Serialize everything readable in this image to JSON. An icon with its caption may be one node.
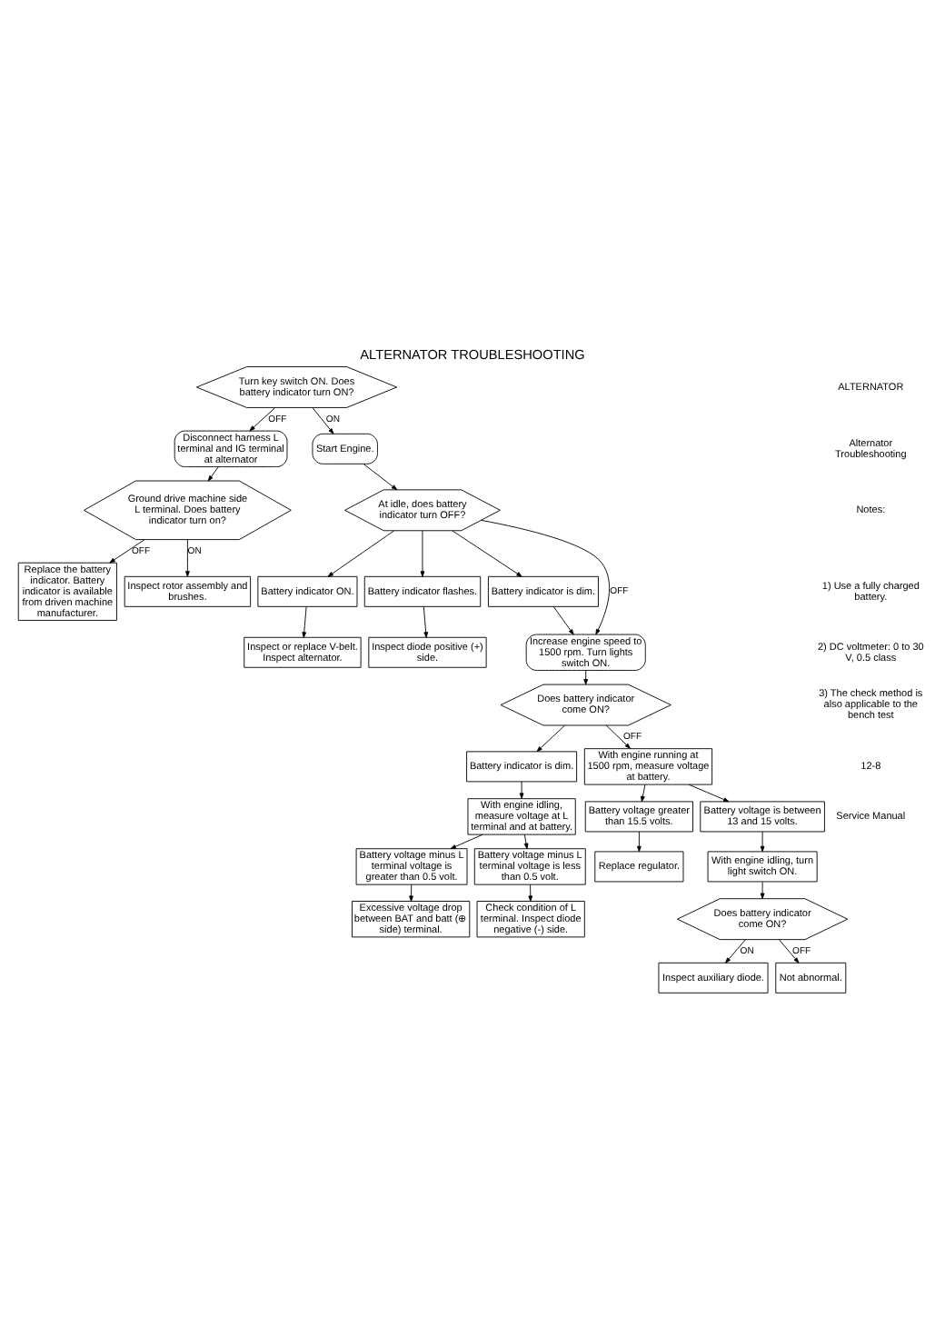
{
  "diagram": {
    "title": "ALTERNATOR TROUBLESHOOTING",
    "nodes": [
      {
        "text": [
          "Turn key switch ON. Does battery indicator turn ON?"
        ]
      },
      {
        "text": [
          "Disconnect harness L terminal and IG terminal at alternator"
        ]
      },
      {
        "text": [
          "Ground drive machine side L terminal. Does battery indicator turn on?"
        ]
      },
      {
        "text": [
          "Replace the battery indicator. Battery indicator is available from driven machine manufacturer."
        ]
      },
      {
        "text": [
          "Inspect rotor assembly and brushes."
        ]
      },
      {
        "text": [
          "Start Engine."
        ]
      },
      {
        "text": [
          "At idle, does battery indicator turn OFF?"
        ]
      },
      {
        "text": [
          "Battery indicator ON."
        ]
      },
      {
        "text": [
          "Battery indicator flashes."
        ]
      },
      {
        "text": [
          "Battery indicator is dim."
        ]
      },
      {
        "text": [
          "Inspect or replace V-belt. Inspect alternator."
        ]
      },
      {
        "text": [
          "Inspect diode positive (+) side."
        ]
      },
      {
        "text": [
          "Increase engine speed to 1500 rpm. Turn lights switch ON."
        ]
      },
      {
        "text": [
          "Does battery indicator come ON?"
        ]
      },
      {
        "text": [
          "Battery indicator is dim."
        ]
      },
      {
        "text": [
          "With engine idling, measure voltage at L terminal and at battery."
        ]
      },
      {
        "text": [
          "Battery voltage minus L terminal voltage is greater than 0.5 volt."
        ]
      },
      {
        "text": [
          "Battery voltage minus L terminal voltage is less than 0.5 volt."
        ]
      },
      {
        "text": [
          "Excessive voltage drop between BAT and batt (⊕ side) terminal."
        ]
      },
      {
        "text": [
          "Check condition of L terminal. Inspect diode negative (-) side."
        ]
      },
      {
        "text": [
          "With engine running at 1500 rpm, measure voltage at battery."
        ]
      },
      {
        "text": [
          "Battery voltage greater than 15.5 volts."
        ]
      },
      {
        "text": [
          "Battery voltage is between 13 and 15 volts."
        ]
      },
      {
        "text": [
          "Replace regulator."
        ]
      },
      {
        "text": [
          "With engine idling, turn light switch ON."
        ]
      },
      {
        "text": [
          "Does battery indicator come ON?"
        ]
      },
      {
        "text": [
          "Inspect auxiliary diode."
        ]
      },
      {
        "text": [
          "Not abnormal."
        ]
      }
    ],
    "edges": [
      {
        "from": 0,
        "to": 1,
        "arrow": "to",
        "label": "OFF"
      },
      {
        "from": 1,
        "to": 2,
        "arrow": "to"
      },
      {
        "from": 2,
        "to": 3,
        "arrow": "to",
        "label": "OFF"
      },
      {
        "from": 2,
        "to": 4,
        "arrow": "to",
        "label": "ON"
      },
      {
        "from": 0,
        "to": 5,
        "arrow": "to",
        "label": "ON"
      },
      {
        "from": 5,
        "to": 6,
        "arrow": "to"
      },
      {
        "from": 6,
        "to": 7,
        "arrow": "to"
      },
      {
        "from": 6,
        "to": 8,
        "arrow": "to"
      },
      {
        "from": 6,
        "to": 9,
        "arrow": "to"
      },
      {
        "from": 7,
        "to": 10,
        "arrow": "to"
      },
      {
        "from": 8,
        "to": 11,
        "arrow": "to"
      },
      {
        "from": 9,
        "to": 12,
        "arrow": "to"
      },
      {
        "from": 6,
        "to": 12,
        "arrow": "to",
        "label": "OFF"
      },
      {
        "from": 12,
        "to": 13,
        "arrow": "to"
      },
      {
        "from": 13,
        "to": 14,
        "arrow": "to"
      },
      {
        "from": 14,
        "to": 15,
        "arrow": "to"
      },
      {
        "from": 15,
        "to": 16,
        "arrow": "to"
      },
      {
        "from": 15,
        "to": 17,
        "arrow": "to"
      },
      {
        "from": 16,
        "to": 18,
        "arrow": "to"
      },
      {
        "from": 17,
        "to": 19,
        "arrow": "to"
      },
      {
        "from": 13,
        "to": 20,
        "arrow": "to",
        "label": "OFF"
      },
      {
        "from": 20,
        "to": 21,
        "arrow": "to"
      },
      {
        "from": 20,
        "to": 22,
        "arrow": "to"
      },
      {
        "from": 21,
        "to": 23,
        "arrow": "to"
      },
      {
        "from": 22,
        "to": 24,
        "arrow": "to"
      },
      {
        "from": 24,
        "to": 25,
        "arrow": "to"
      },
      {
        "from": 25,
        "to": 26,
        "arrow": "to",
        "label": "ON"
      },
      {
        "from": 25,
        "to": 27,
        "arrow": "to",
        "label": "OFF"
      }
    ],
    "labels": [
      "ALTERNATOR",
      "Alternator Troubleshooting",
      "Notes:",
      "1) Use a fully charged battery.",
      "2) DC voltmeter: 0 to 30 V, 0.5 class",
      "3) The check method is also applicable to the bench test",
      "12-8",
      "Service Manual"
    ]
  }
}
